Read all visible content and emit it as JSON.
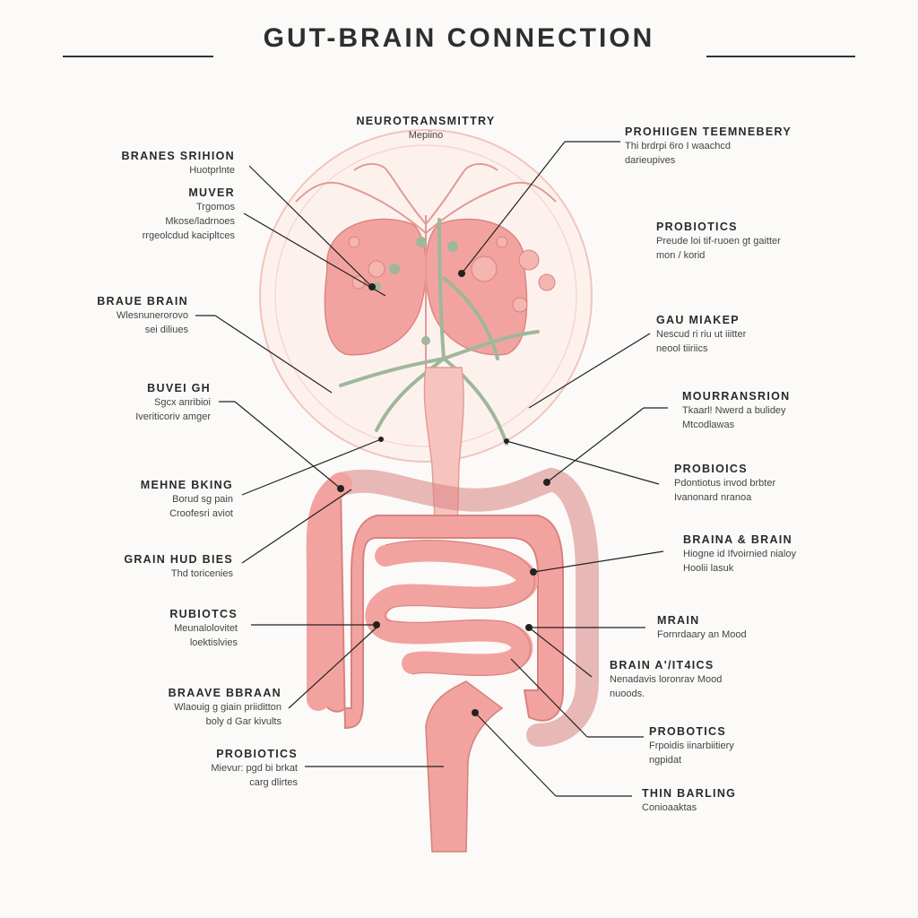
{
  "title": "GUT-BRAIN CONNECTION",
  "labels": {
    "top_center": {
      "heading": "NEUROTRANSMITTRY",
      "lines": [
        "Mepiino"
      ]
    },
    "l1": {
      "heading": "BRANES SRIHION",
      "lines": [
        "Huotprlnte"
      ]
    },
    "l2": {
      "heading": "MUVER",
      "lines": [
        "Trgomos",
        "Mkose/ladrnoes",
        "rrgeolcdud kacipltces"
      ]
    },
    "l3": {
      "heading": "BRAUE BRAIN",
      "lines": [
        "Wlesnunerorovo",
        "sei diliues"
      ]
    },
    "l4": {
      "heading": "BUVEI GH",
      "lines": [
        "Sgcx anribioi",
        "Iveriticoriv amger"
      ]
    },
    "l5": {
      "heading": "MEHNE BKING",
      "lines": [
        "Borud sg pain",
        "Croofesri aviot"
      ]
    },
    "l6": {
      "heading": "GRAIN HUD BIES",
      "lines": [
        "Thd toricenies"
      ]
    },
    "l7": {
      "heading": "RUBIOTCS",
      "lines": [
        "Meunalolovitet",
        "loektislvies"
      ]
    },
    "l8": {
      "heading": "BRAAVE BBRAAN",
      "lines": [
        "Wlaouig g giain priiditton",
        "boly d Gar kivults"
      ]
    },
    "l9": {
      "heading": "PROBIOTICS",
      "lines": [
        "Mievur: pgd bi brkat",
        "carg dlirtes"
      ]
    },
    "r1": {
      "heading": "PROHIIGEN TEEMNEBERY",
      "lines": [
        "Thi brdrpi 6ro I waachcd",
        "darieupives"
      ]
    },
    "r2": {
      "heading": "PROBIOTICS",
      "lines": [
        "Preude loi tif-ruoen gt gaitter",
        "mon / korid"
      ]
    },
    "r3": {
      "heading": "GAU MIAKEP",
      "lines": [
        "Nescud ri riu ut iiitter",
        "neool tiiriics"
      ]
    },
    "r4": {
      "heading": "MOURRANSRION",
      "lines": [
        "Tkaarl! Nwerd a bulidey",
        "Mtcodlawas"
      ]
    },
    "r5": {
      "heading": "PROBIOICS",
      "lines": [
        "Pdontiotus invod brbter",
        "Ivanonard nranoa"
      ]
    },
    "r6": {
      "heading": "BRAINA & BRAIN",
      "lines": [
        "Hiogne id Ifvoirnied nialoy",
        "Hoolii lasuk"
      ]
    },
    "r7": {
      "heading": "MRAIN",
      "lines": [
        "Fornrdaary an Mood"
      ]
    },
    "r8": {
      "heading": "BRAIN A'/IT4ICS",
      "lines": [
        "Nenadavis loronrav Mood",
        "nuoods."
      ]
    },
    "r9": {
      "heading": "PROBOTICS",
      "lines": [
        "Frpoidis iinarbiitiery",
        "ngpidat"
      ]
    },
    "r10": {
      "heading": "THIN BARLING",
      "lines": [
        "Conioaaktas"
      ]
    }
  },
  "colors": {
    "organ_fill": "#f2a3a0",
    "organ_stroke": "#d9827f",
    "nerve_green": "#9fb79a",
    "halo": "#f3c9c2",
    "line": "#222222"
  }
}
